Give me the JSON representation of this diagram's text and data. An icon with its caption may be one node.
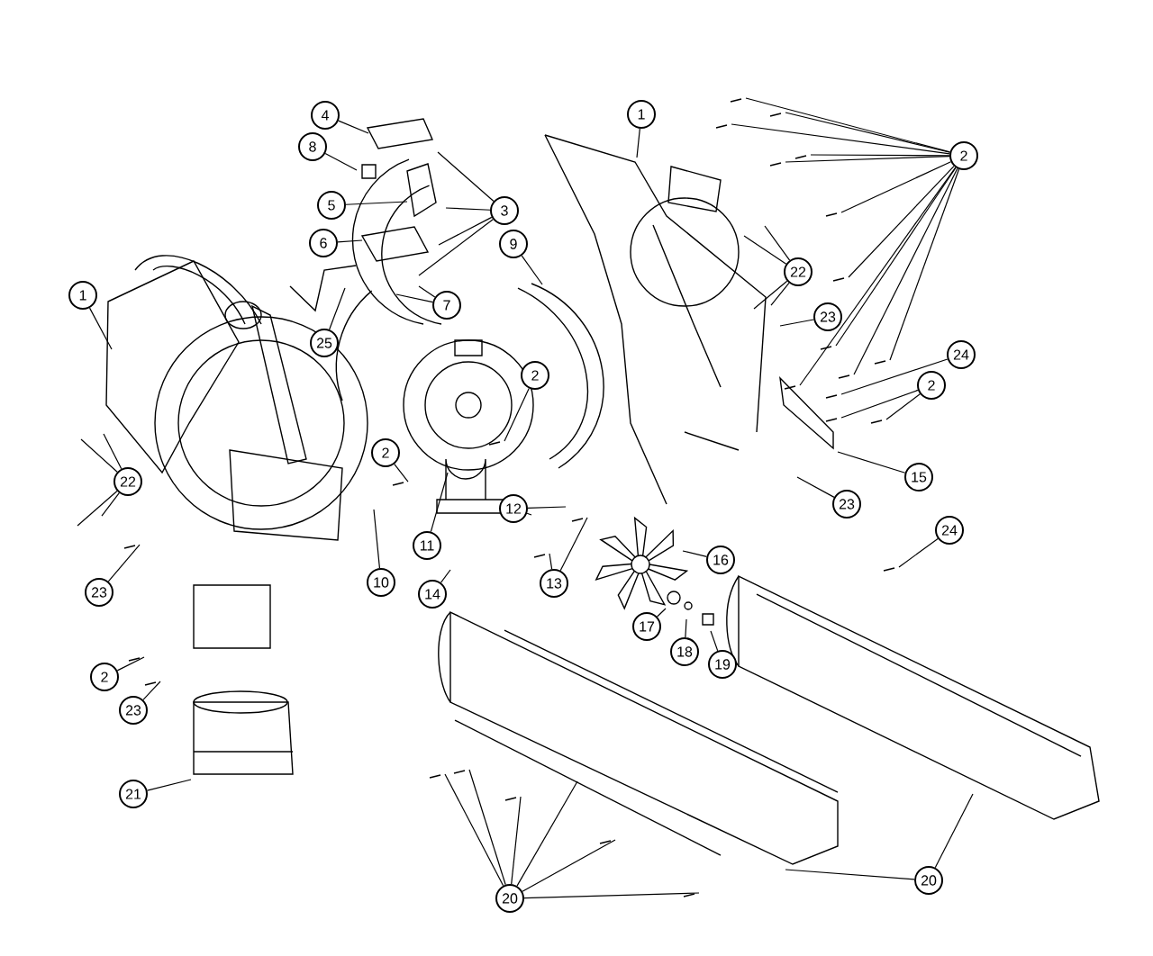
{
  "diagram": {
    "nodes": [
      {
        "text": [
          "1"
        ]
      },
      {
        "text": [
          "4"
        ]
      },
      {
        "text": [
          "2"
        ]
      },
      {
        "text": [
          "8"
        ]
      },
      {
        "text": [
          "3"
        ]
      },
      {
        "text": [
          "5"
        ]
      },
      {
        "text": [
          "6"
        ]
      },
      {
        "text": [
          "9"
        ]
      },
      {
        "text": [
          "7"
        ]
      },
      {
        "text": [
          "1"
        ]
      },
      {
        "text": [
          "22"
        ]
      },
      {
        "text": [
          "25"
        ]
      },
      {
        "text": [
          "23"
        ]
      },
      {
        "text": [
          "24"
        ]
      },
      {
        "text": [
          "2"
        ]
      },
      {
        "text": [
          "2"
        ]
      },
      {
        "text": [
          "22"
        ]
      },
      {
        "text": [
          "2"
        ]
      },
      {
        "text": [
          "15"
        ]
      },
      {
        "text": [
          "23"
        ]
      },
      {
        "text": [
          "12"
        ]
      },
      {
        "text": [
          "16"
        ]
      },
      {
        "text": [
          "24"
        ]
      },
      {
        "text": [
          "23"
        ]
      },
      {
        "text": [
          "10"
        ]
      },
      {
        "text": [
          "11"
        ]
      },
      {
        "text": [
          "14"
        ]
      },
      {
        "text": [
          "13"
        ]
      },
      {
        "text": [
          "17"
        ]
      },
      {
        "text": [
          "18"
        ]
      },
      {
        "text": [
          "19"
        ]
      },
      {
        "text": [
          "2"
        ]
      },
      {
        "text": [
          "23"
        ]
      },
      {
        "text": [
          "21"
        ]
      },
      {
        "text": [
          "20"
        ]
      },
      {
        "text": [
          "20"
        ]
      }
    ],
    "edges": [
      {
        "from": 0,
        "to": null,
        "arrow": "none"
      },
      {
        "from": 1,
        "to": null,
        "arrow": "none"
      },
      {
        "from": 2,
        "to": null,
        "arrow": "none"
      },
      {
        "from": 2,
        "to": null,
        "arrow": "none"
      },
      {
        "from": 2,
        "to": null,
        "arrow": "none"
      },
      {
        "from": 2,
        "to": null,
        "arrow": "none"
      },
      {
        "from": 2,
        "to": null,
        "arrow": "none"
      },
      {
        "from": 2,
        "to": null,
        "arrow": "none"
      },
      {
        "from": 2,
        "to": null,
        "arrow": "none"
      },
      {
        "from": 2,
        "to": null,
        "arrow": "none"
      },
      {
        "from": 2,
        "to": null,
        "arrow": "none"
      },
      {
        "from": 2,
        "to": null,
        "arrow": "none"
      },
      {
        "from": 2,
        "to": null,
        "arrow": "none"
      },
      {
        "from": 3,
        "to": null,
        "arrow": "none"
      },
      {
        "from": 4,
        "to": null,
        "arrow": "none"
      },
      {
        "from": 4,
        "to": null,
        "arrow": "none"
      },
      {
        "from": 4,
        "to": null,
        "arrow": "none"
      },
      {
        "from": 4,
        "to": null,
        "arrow": "none"
      },
      {
        "from": 5,
        "to": null,
        "arrow": "none"
      },
      {
        "from": 6,
        "to": null,
        "arrow": "none"
      },
      {
        "from": 7,
        "to": null,
        "arrow": "none"
      },
      {
        "from": 8,
        "to": null,
        "arrow": "none"
      },
      {
        "from": 8,
        "to": null,
        "arrow": "none"
      },
      {
        "from": 9,
        "to": null,
        "arrow": "none"
      },
      {
        "from": 10,
        "to": null,
        "arrow": "none"
      },
      {
        "from": 10,
        "to": null,
        "arrow": "none"
      },
      {
        "from": 10,
        "to": null,
        "arrow": "none"
      },
      {
        "from": 10,
        "to": null,
        "arrow": "none"
      },
      {
        "from": 11,
        "to": null,
        "arrow": "none"
      },
      {
        "from": 12,
        "to": null,
        "arrow": "none"
      },
      {
        "from": 13,
        "to": null,
        "arrow": "none"
      },
      {
        "from": 14,
        "to": null,
        "arrow": "none"
      },
      {
        "from": 14,
        "to": null,
        "arrow": "none"
      },
      {
        "from": 15,
        "to": null,
        "arrow": "none"
      },
      {
        "from": 16,
        "to": null,
        "arrow": "none"
      },
      {
        "from": 16,
        "to": null,
        "arrow": "none"
      },
      {
        "from": 16,
        "to": null,
        "arrow": "none"
      },
      {
        "from": 16,
        "to": null,
        "arrow": "none"
      },
      {
        "from": 17,
        "to": null,
        "arrow": "none"
      },
      {
        "from": 18,
        "to": null,
        "arrow": "none"
      },
      {
        "from": 19,
        "to": null,
        "arrow": "none"
      },
      {
        "from": 20,
        "to": null,
        "arrow": "none"
      },
      {
        "from": 20,
        "to": null,
        "arrow": "none"
      },
      {
        "from": 21,
        "to": null,
        "arrow": "none"
      },
      {
        "from": 22,
        "to": null,
        "arrow": "none"
      },
      {
        "from": 23,
        "to": null,
        "arrow": "none"
      },
      {
        "from": 24,
        "to": null,
        "arrow": "none"
      },
      {
        "from": 25,
        "to": null,
        "arrow": "none"
      },
      {
        "from": 26,
        "to": null,
        "arrow": "none"
      },
      {
        "from": 27,
        "to": null,
        "arrow": "none"
      },
      {
        "from": 27,
        "to": null,
        "arrow": "none"
      },
      {
        "from": 28,
        "to": null,
        "arrow": "none"
      },
      {
        "from": 29,
        "to": null,
        "arrow": "none"
      },
      {
        "from": 30,
        "to": null,
        "arrow": "none"
      },
      {
        "from": 31,
        "to": null,
        "arrow": "none"
      },
      {
        "from": 32,
        "to": null,
        "arrow": "none"
      },
      {
        "from": 33,
        "to": null,
        "arrow": "none"
      },
      {
        "from": 34,
        "to": null,
        "arrow": "none"
      },
      {
        "from": 34,
        "to": null,
        "arrow": "none"
      },
      {
        "from": 35,
        "to": null,
        "arrow": "none"
      },
      {
        "from": 35,
        "to": null,
        "arrow": "none"
      },
      {
        "from": 35,
        "to": null,
        "arrow": "none"
      },
      {
        "from": 35,
        "to": null,
        "arrow": "none"
      },
      {
        "from": 35,
        "to": null,
        "arrow": "none"
      },
      {
        "from": 35,
        "to": null,
        "arrow": "none"
      }
    ]
  }
}
